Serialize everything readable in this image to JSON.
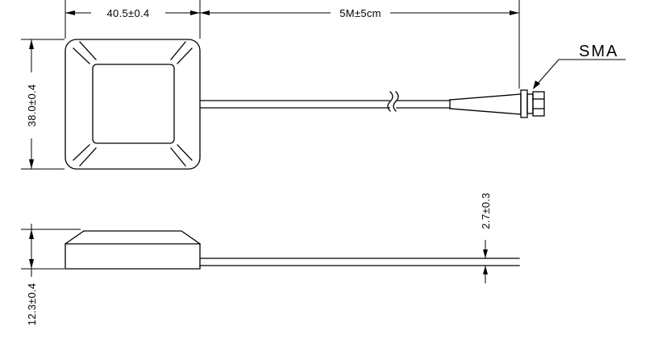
{
  "dimensions": {
    "top_width": "40.5±0.4",
    "cable_length": "5M±5cm",
    "left_height": "38.0±0.4",
    "cable_thickness": "2.7±0.3",
    "side_height": "12.3±0.4"
  },
  "connector_label": "SMA"
}
